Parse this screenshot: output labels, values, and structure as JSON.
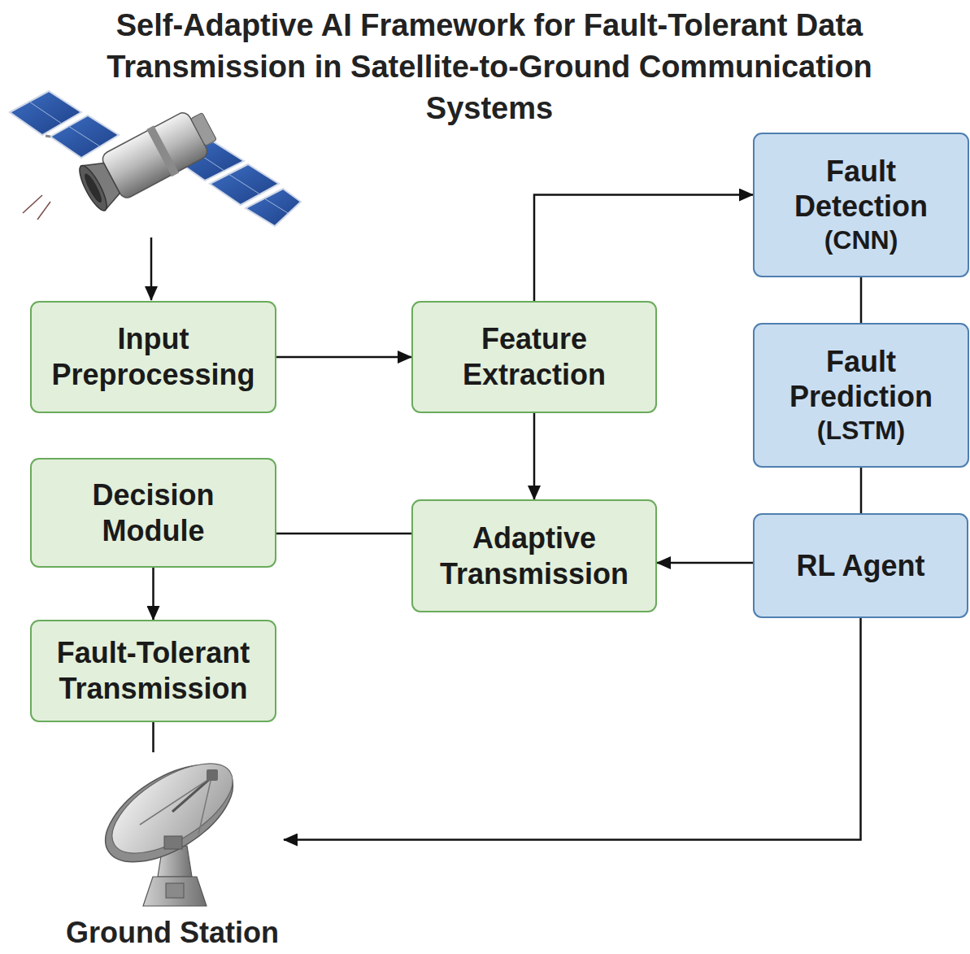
{
  "diagram": {
    "title": "Self-Adaptive AI Framework for Fault-Tolerant Data Transmission in Satellite-to-Ground Communication Systems",
    "nodes": [
      {
        "text": [
          "Fault Detection",
          "(CNN)"
        ]
      },
      {
        "text": [
          "Input Preprocessing"
        ]
      },
      {
        "text": [
          "Feature Extraction"
        ]
      },
      {
        "text": [
          "Fault Prediction",
          "(LSTM)"
        ]
      },
      {
        "text": [
          "Decision Module"
        ]
      },
      {
        "text": [
          "Adaptive Transmission"
        ]
      },
      {
        "text": [
          "RL Agent"
        ]
      },
      {
        "text": [
          "Fault-Tolerant Transmission"
        ]
      },
      {
        "text": [
          "Ground Station"
        ]
      }
    ],
    "edges": [
      {
        "from": 1,
        "to": 2,
        "arrow": "to"
      },
      {
        "from": 2,
        "to": 0,
        "arrow": "to"
      },
      {
        "from": 2,
        "to": 5,
        "arrow": "to"
      },
      {
        "from": 0,
        "to": 3,
        "arrow": "none"
      },
      {
        "from": 3,
        "to": 6,
        "arrow": "none"
      },
      {
        "from": 6,
        "to": 5,
        "arrow": "to"
      },
      {
        "from": 5,
        "to": 4,
        "arrow": "none"
      },
      {
        "from": 4,
        "to": 7,
        "arrow": "to"
      },
      {
        "from": 7,
        "to": 8,
        "arrow": "none"
      },
      {
        "from": 6,
        "to": 8,
        "arrow": "to"
      }
    ]
  }
}
